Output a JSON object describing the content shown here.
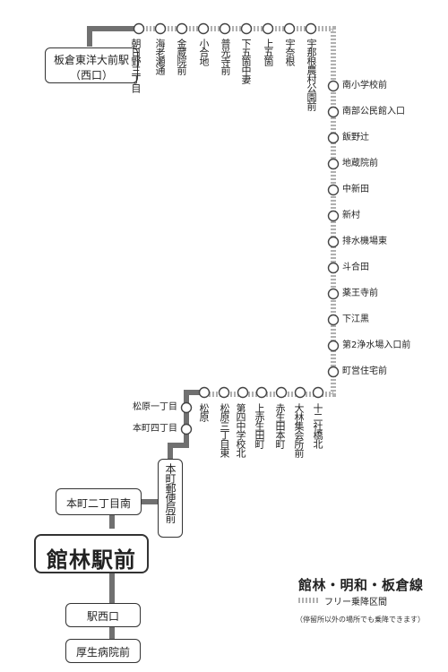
{
  "route_title": "館林・明和・板倉線",
  "legend": {
    "dotted_label": "フリー乗降区間",
    "note": "（停留所以外の場所でも乗降できます）"
  },
  "colors": {
    "solid_line": "#707070",
    "dotted_line": "#b0b0b0",
    "stop_fill": "#ffffff",
    "stop_stroke": "#444444"
  },
  "terminals": {
    "itakura_1": "板倉東洋大前駅",
    "itakura_2": "（西口）",
    "honcho_nichome": "本町二丁目南",
    "honcho_yubin": "本町郵便局前",
    "tatebayashi": "館林駅前",
    "eki_nishiguchi": "駅西口",
    "kosei_byoin": "厚生病院前"
  },
  "top_stops": [
    "朝日野三丁目",
    "海老瀬通",
    "金蔵院前",
    "小合地",
    "普光寺前",
    "下五箇中妻",
    "上五箇",
    "宇奈根",
    "宇那根農村公園前"
  ],
  "right_stops": [
    "南小学校前",
    "南部公民館入口",
    "飯野辻",
    "地蔵院前",
    "中新田",
    "新村",
    "排水機場東",
    "斗合田",
    "薬王寺前",
    "下江黒",
    "第2浄水場入口前",
    "町営住宅前"
  ],
  "mid_stops": [
    "松原",
    "松原三丁目東",
    "第四中学校北",
    "上赤生田町",
    "赤生田本町",
    "大林集会所前",
    "十二社橋北"
  ],
  "left_stops": [
    "松原一丁目",
    "本町四丁目"
  ]
}
